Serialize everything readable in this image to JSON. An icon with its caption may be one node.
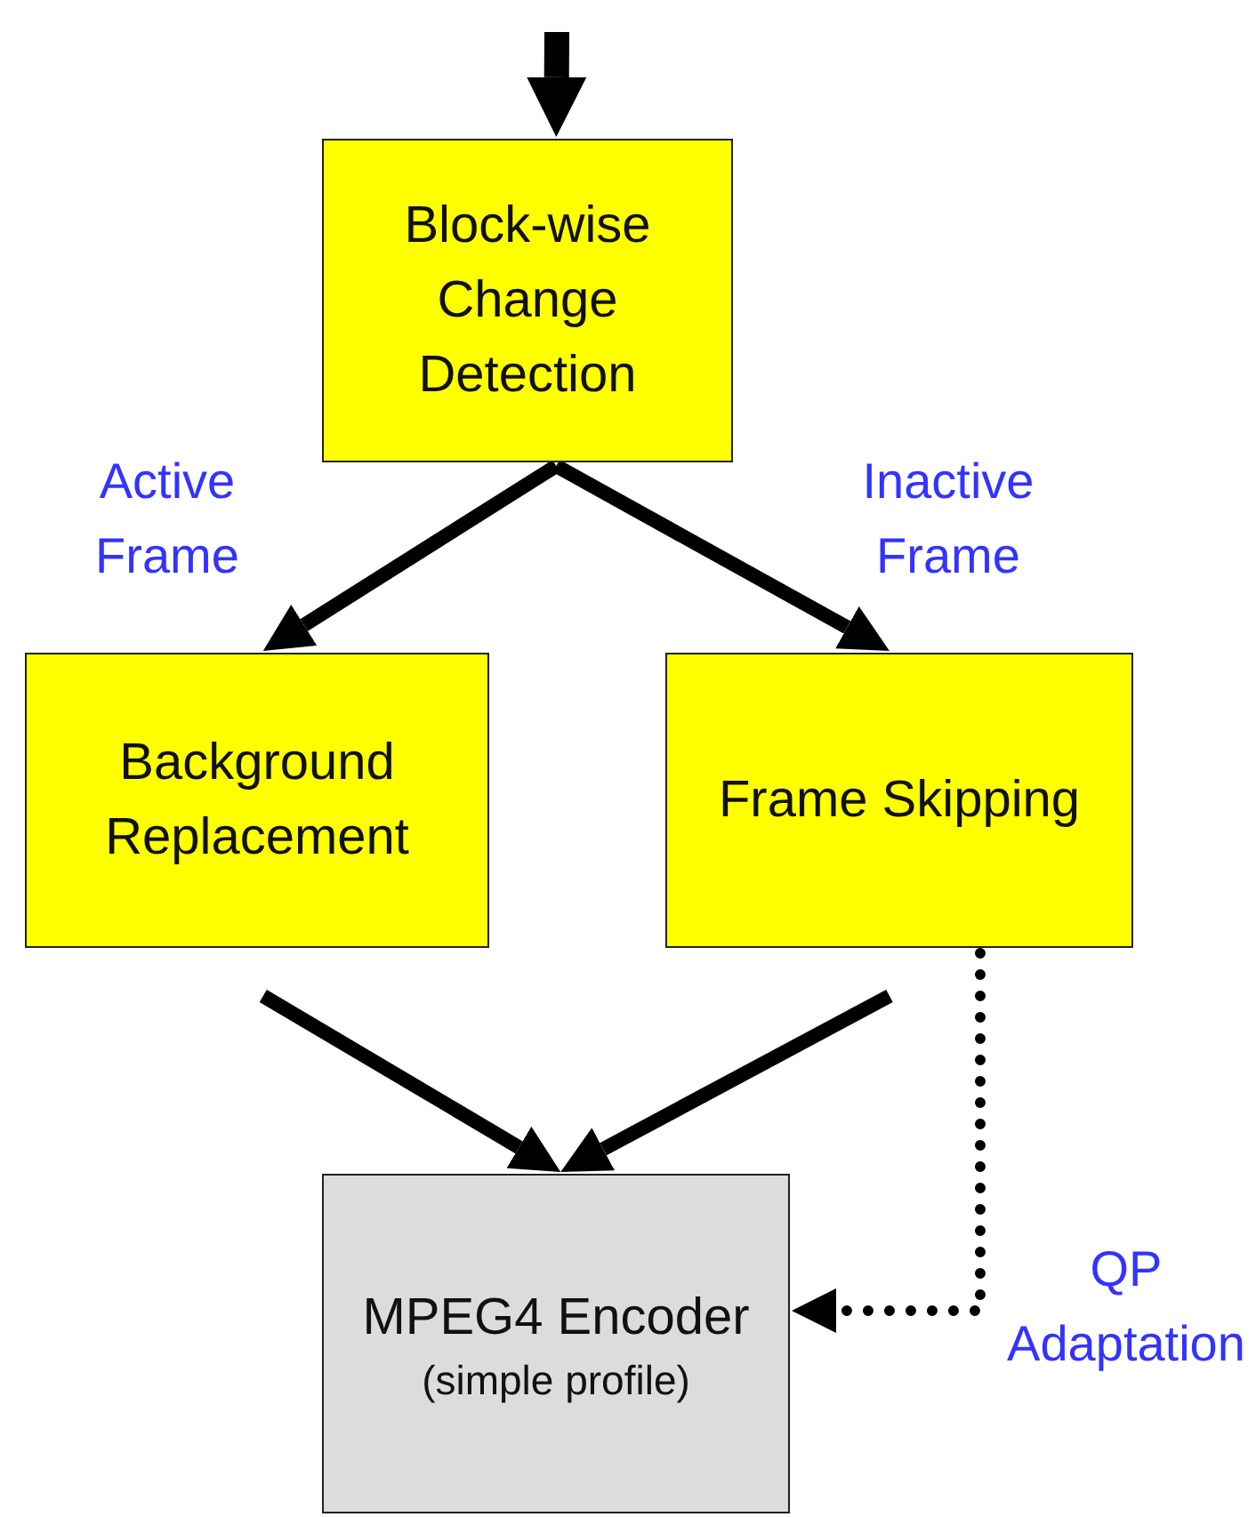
{
  "diagram": {
    "nodes": [
      {
        "text": [
          "Block-wise Change Detection"
        ]
      },
      {
        "text": [
          "Background Replacement"
        ]
      },
      {
        "text": [
          "Frame Skipping"
        ]
      },
      {
        "text": [
          "MPEG4 Encoder",
          "(simple profile)"
        ]
      }
    ],
    "edges": [
      {
        "from": null,
        "to": 0,
        "arrow": "to"
      },
      {
        "from": 0,
        "to": 1,
        "arrow": "to",
        "label": "Active Frame"
      },
      {
        "from": 0,
        "to": 2,
        "arrow": "to",
        "label": "Inactive Frame"
      },
      {
        "from": 1,
        "to": 3,
        "arrow": "to"
      },
      {
        "from": 2,
        "to": 3,
        "arrow": "to"
      },
      {
        "from": 2,
        "to": 3,
        "arrow": "to",
        "label": "QP Adaptation",
        "style": "dashed"
      }
    ]
  }
}
